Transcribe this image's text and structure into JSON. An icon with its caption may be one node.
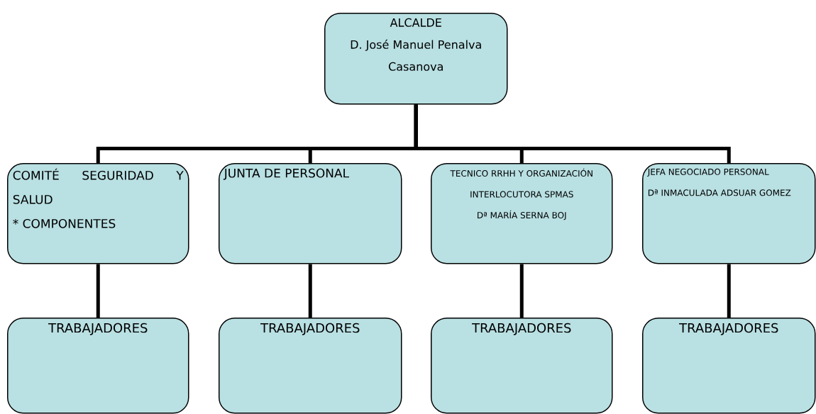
{
  "diagram": {
    "nodes": [
      {
        "text": [
          "ALCALDE",
          "D. José Manuel Penalva Casanova"
        ]
      },
      {
        "text": [
          "COMITÉ SEGURIDAD Y SALUD",
          "* COMPONENTES"
        ]
      },
      {
        "text": [
          "JUNTA DE PERSONAL"
        ]
      },
      {
        "text": [
          "TECNICO RRHH Y ORGANIZACIÓN INTERLOCUTORA SPMAS",
          "Dª MARÍA SERNA BOJ"
        ]
      },
      {
        "text": [
          "JEFA NEGOCIADO PERSONAL",
          "Dª INMACULADA ADSUAR GOMEZ"
        ]
      },
      {
        "text": [
          "TRABAJADORES"
        ]
      },
      {
        "text": [
          "TRABAJADORES"
        ]
      },
      {
        "text": [
          "TRABAJADORES"
        ]
      },
      {
        "text": [
          "TRABAJADORES"
        ]
      }
    ],
    "edges": [
      {
        "from": 0,
        "to": 1,
        "arrow": "none"
      },
      {
        "from": 0,
        "to": 2,
        "arrow": "none"
      },
      {
        "from": 0,
        "to": 3,
        "arrow": "none"
      },
      {
        "from": 0,
        "to": 4,
        "arrow": "none"
      },
      {
        "from": 1,
        "to": 5,
        "arrow": "none"
      },
      {
        "from": 2,
        "to": 6,
        "arrow": "none"
      },
      {
        "from": 3,
        "to": 7,
        "arrow": "none"
      },
      {
        "from": 4,
        "to": 8,
        "arrow": "none"
      }
    ]
  }
}
